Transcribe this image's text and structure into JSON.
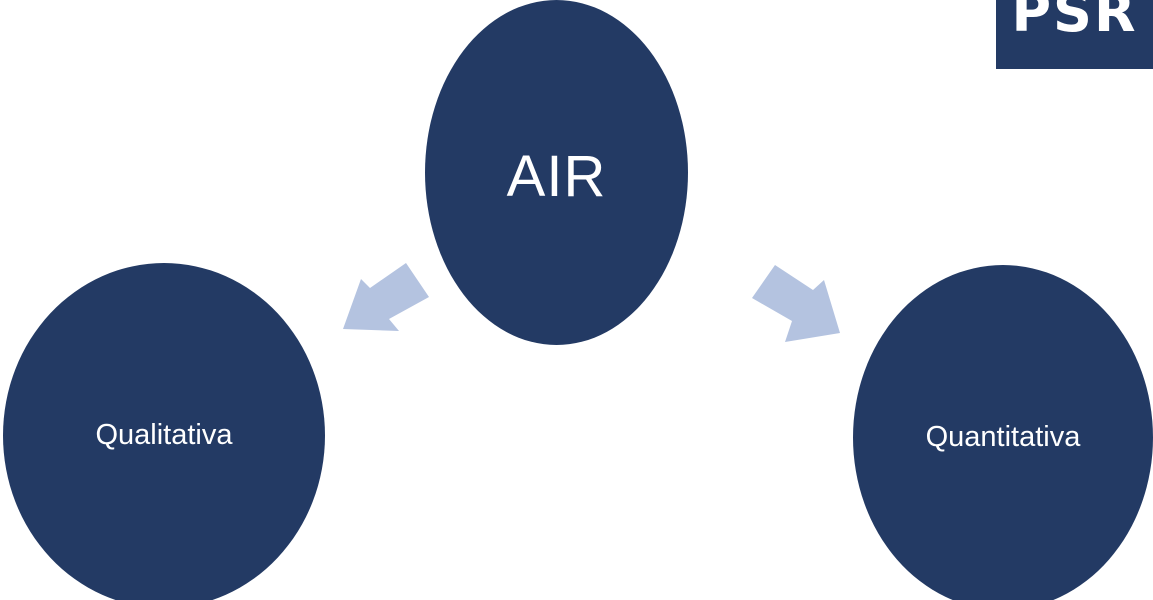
{
  "diagram": {
    "root": {
      "label": "AIR"
    },
    "children": [
      {
        "label": "Qualitativa"
      },
      {
        "label": "Quantitativa"
      }
    ]
  },
  "logo": {
    "text": "PSR"
  },
  "colors": {
    "node_fill": "#233a64",
    "node_text": "#ffffff",
    "arrow_fill": "#b4c3e0",
    "logo_bg": "#233a64"
  }
}
